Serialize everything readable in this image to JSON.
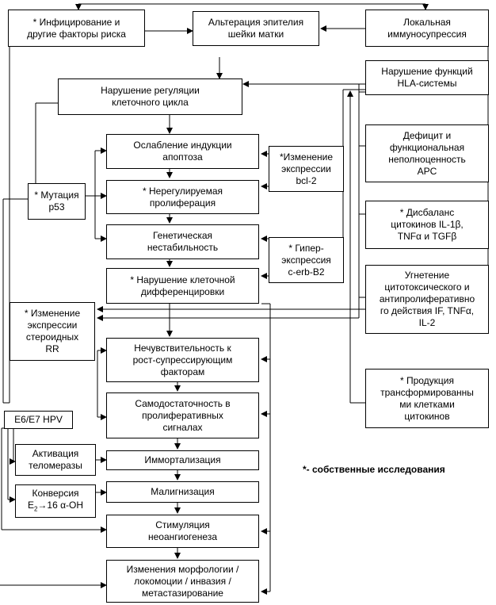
{
  "boxes": {
    "infection": "* Инфицирование и\nдругие факторы риска",
    "alteration": "Альтерация эпителия\nшейки матки",
    "local_immuno": "Локальная\nиммуносупрессия",
    "regulation": "Нарушение регуляции\nклеточного цикла",
    "hla": "Нарушение функций\nHLA-системы",
    "apoptosis": "Ослабление индукции\nапоптоза",
    "bcl2": "*Изменение\nэкспрессии\nbcl-2",
    "apc_deficit": "Дефицит и\nфункциональная\nнеполноценность\nAPC",
    "p53": "* Мутация\np53",
    "proliferation": "* Нерегулируемая\nпролиферация",
    "cytokine_imbalance": "* Дисбаланс\nцитокинов IL-1β,\nTNFα и TGFβ",
    "instability": "Генетическая\nнестабильность",
    "cerb": "* Гипер-\nэкспрессия\nc-erb-B2",
    "differentiation": "* Нарушение клеточной\nдифференцировки",
    "suppression": "Угнетение\nцитотоксического и\nантипролиферативно\nго действия IF, TNFα,\nIL-2",
    "steroid": "* Изменение\nэкспрессии\nстероидных\nRR",
    "insensitivity": "Нечувствительность к\nрост-супрессирующим\nфакторам",
    "cytokine_production": "* Продукция\nтрансформированны\nми клетками\nцитокинов",
    "self_sufficiency": "Самодостаточность в\nпролиферативных\nсигналах",
    "e6e7": "E6/E7 HPV",
    "telomerase": "Активация\nтеломеразы",
    "immortalization": "Иммортализация",
    "malignization": "Малигнизация",
    "conversion_line1": "Конверсия",
    "conversion_e": "E",
    "conversion_sub": "2",
    "conversion_rest": "→16 α-OH",
    "angiogenesis": "Стимуляция\nнеоангиогенеза",
    "morphology": "Изменения морфологии /\nлокомоции / инвазия /\nметастазирование"
  },
  "footnote": "*- собственные исследования"
}
